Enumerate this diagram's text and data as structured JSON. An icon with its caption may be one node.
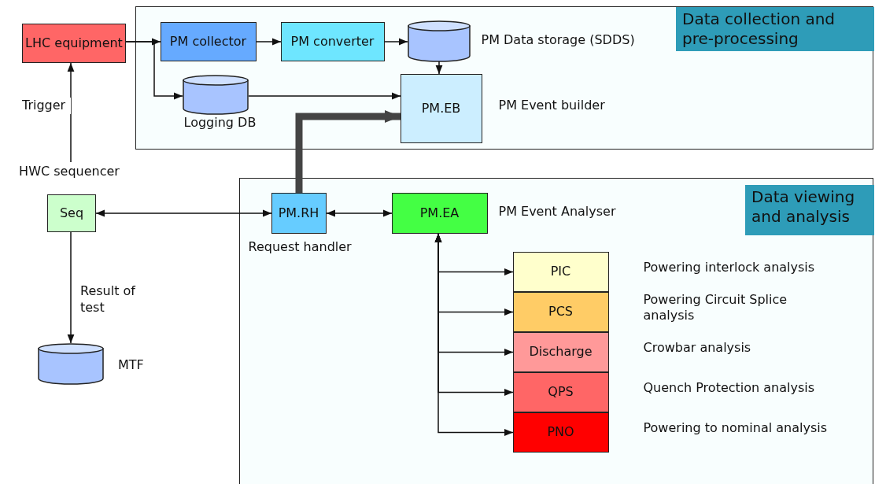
{
  "diagram": {
    "nodes": [
      {
        "text": [
          "Data collection and pre-processing"
        ]
      },
      {
        "text": [
          "LHC equipment"
        ]
      },
      {
        "text": [
          "PM collector"
        ],
        "in": 0
      },
      {
        "text": [
          "PM converter"
        ],
        "in": 0
      },
      {
        "text": [],
        "shape": "cylinder",
        "in": 0,
        "beside": [
          "PM Data storage (SDDS)"
        ]
      },
      {
        "text": [],
        "shape": "cylinder",
        "in": 0,
        "beside": [
          "Logging DB"
        ]
      },
      {
        "text": [
          "PM.EB"
        ],
        "in": 0,
        "beside": [
          "PM Event builder"
        ]
      },
      {
        "text": [
          "Data viewing and analysis"
        ]
      },
      {
        "text": [
          "HWC sequencer"
        ]
      },
      {
        "text": [
          "Seq"
        ]
      },
      {
        "text": [
          "PM.RH"
        ],
        "in": 7,
        "beside": [
          "Request handler"
        ]
      },
      {
        "text": [
          "PM.EA"
        ],
        "in": 7,
        "beside": [
          "PM Event Analyser"
        ]
      },
      {
        "text": [
          "PIC"
        ],
        "in": 7,
        "beside": [
          "Powering interlock analysis"
        ]
      },
      {
        "text": [
          "PCS"
        ],
        "in": 7,
        "beside": [
          "Powering Circuit Splice analysis"
        ]
      },
      {
        "text": [
          "Discharge"
        ],
        "in": 7,
        "beside": [
          "Crowbar analysis"
        ]
      },
      {
        "text": [
          "QPS"
        ],
        "in": 7,
        "beside": [
          "Quench Protection analysis"
        ]
      },
      {
        "text": [
          "PNO"
        ],
        "in": 7,
        "beside": [
          "Powering to nominal analysis"
        ]
      },
      {
        "text": [],
        "shape": "cylinder",
        "beside": [
          "MTF"
        ]
      }
    ],
    "edges": [
      {
        "from": 1,
        "to": 2,
        "arrow": "to"
      },
      {
        "from": 1,
        "to": 5,
        "arrow": "to"
      },
      {
        "from": 2,
        "to": 3,
        "arrow": "to"
      },
      {
        "from": 3,
        "to": 4,
        "arrow": "to"
      },
      {
        "from": 4,
        "to": 6,
        "arrow": "to"
      },
      {
        "from": 5,
        "to": 6,
        "arrow": "to"
      },
      {
        "from": 10,
        "to": 6,
        "arrow": "to",
        "style": "thick",
        "color": "#444444"
      },
      {
        "from": 8,
        "to": 1,
        "arrow": "to",
        "label": "Trigger"
      },
      {
        "from": 9,
        "to": 10,
        "arrow": "both"
      },
      {
        "from": 10,
        "to": 11,
        "arrow": "both"
      },
      {
        "from": 11,
        "to": 12,
        "arrow": "both"
      },
      {
        "from": 11,
        "to": 13,
        "arrow": "both"
      },
      {
        "from": 11,
        "to": 14,
        "arrow": "both"
      },
      {
        "from": 11,
        "to": 15,
        "arrow": "both"
      },
      {
        "from": 11,
        "to": 16,
        "arrow": "both"
      },
      {
        "from": 9,
        "to": 17,
        "arrow": "to",
        "label": "Result of test"
      }
    ]
  }
}
